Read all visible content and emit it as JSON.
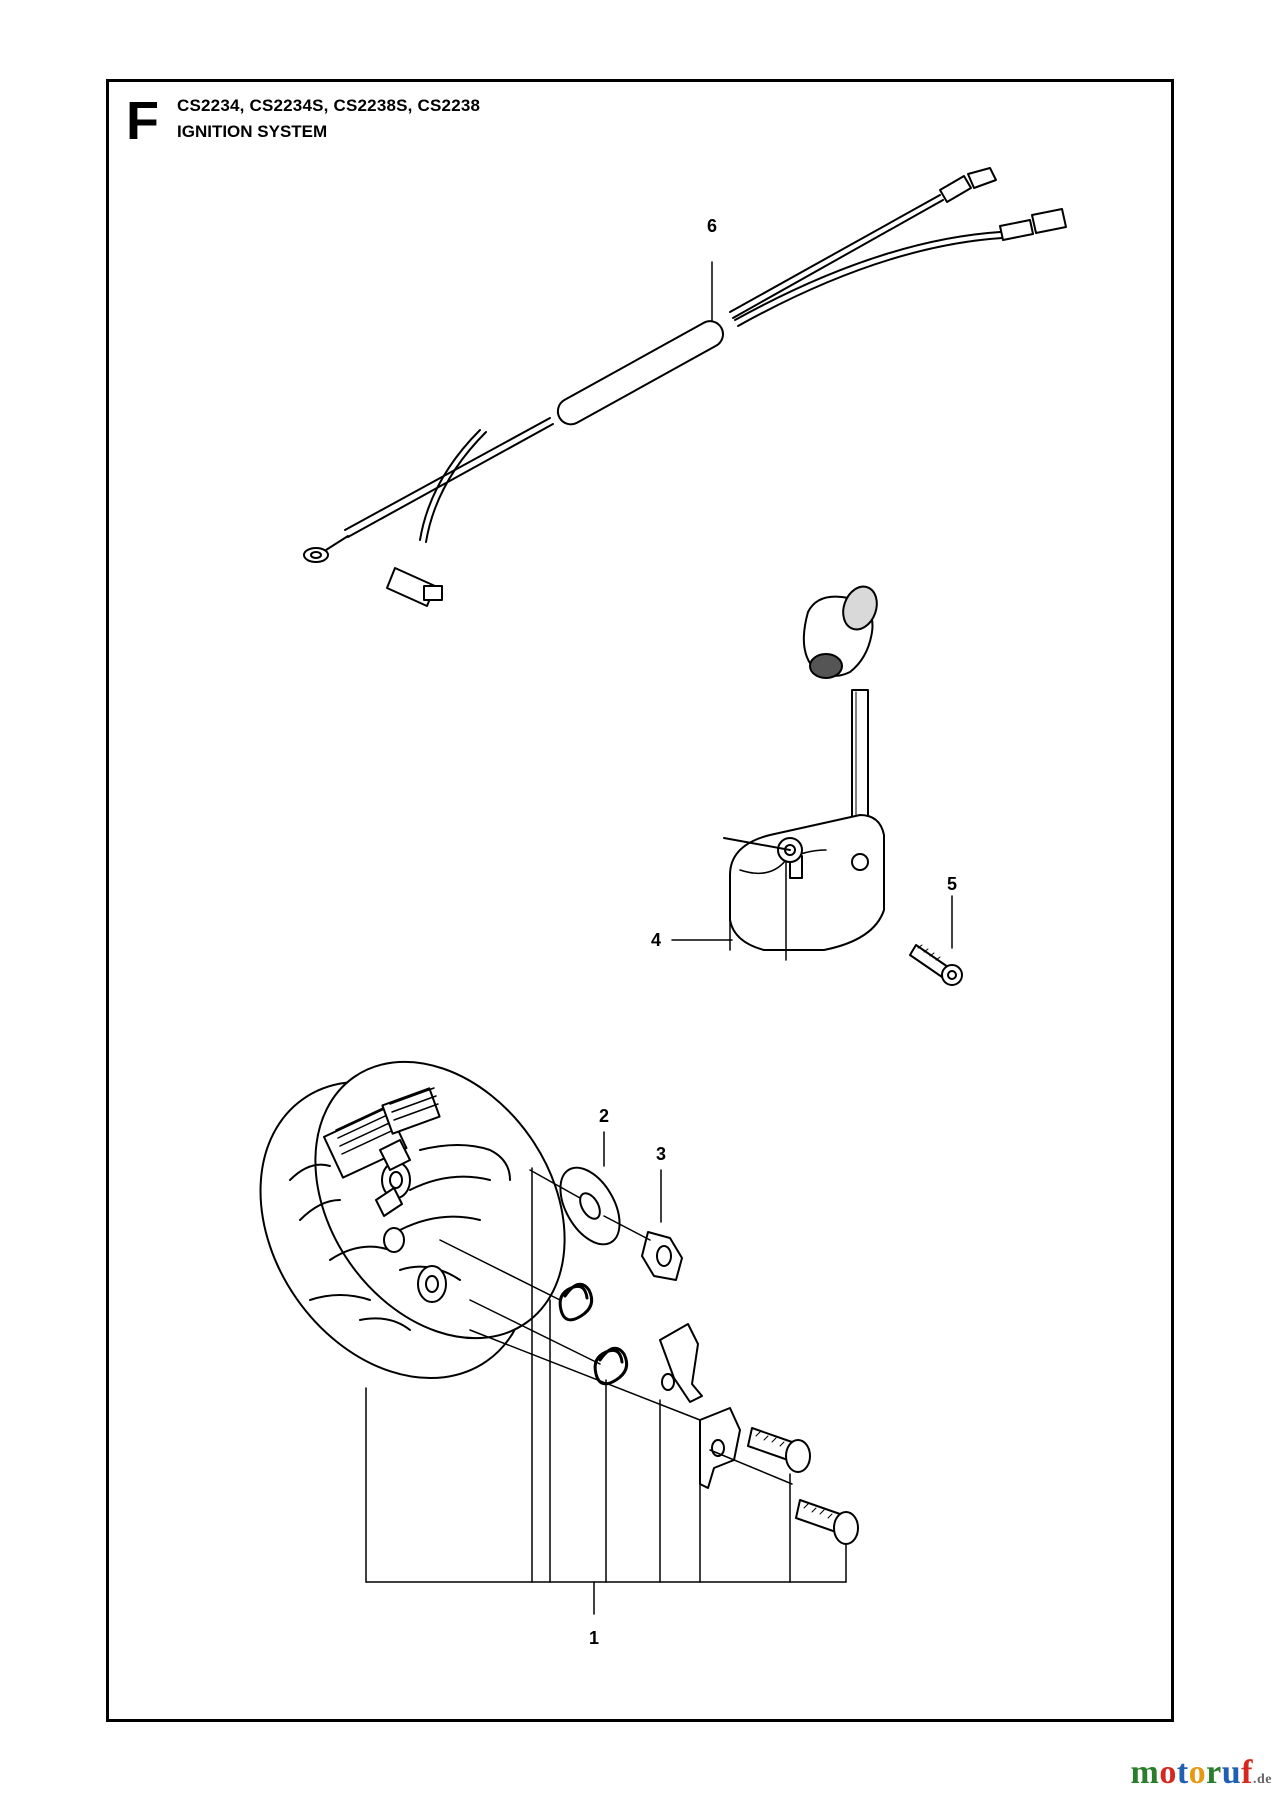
{
  "header": {
    "section_letter": "F",
    "models": "CS2234, CS2234S, CS2238S, CS2238",
    "title": "IGNITION SYSTEM"
  },
  "callouts": {
    "wire_harness": "6",
    "ignition_module": "4",
    "screw": "5",
    "washer": "2",
    "nut": "3",
    "flywheel_kit": "1"
  },
  "watermark": {
    "brand": "motoruf",
    "tld": ".de"
  },
  "colors": {
    "line": "#000000",
    "background": "#ffffff",
    "shade": "#d9d9d9"
  }
}
